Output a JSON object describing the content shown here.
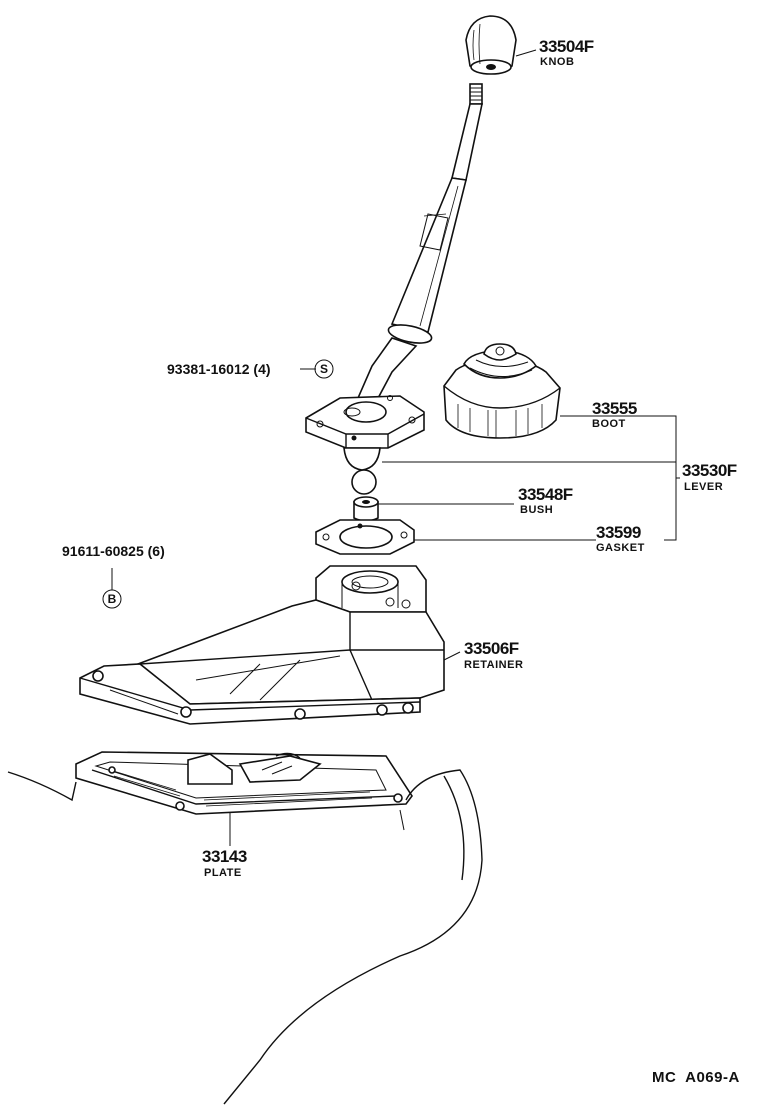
{
  "parts": {
    "knob": {
      "number": "33504F",
      "name": "KNOB"
    },
    "boot": {
      "number": "33555",
      "name": "BOOT"
    },
    "lever": {
      "number": "33530F",
      "name": "LEVER"
    },
    "bush": {
      "number": "33548F",
      "name": "BUSH"
    },
    "gasket": {
      "number": "33599",
      "name": "GASKET"
    },
    "retainer": {
      "number": "33506F",
      "name": "RETAINER"
    },
    "plate": {
      "number": "33143",
      "name": "PLATE"
    }
  },
  "bolts": {
    "screw": {
      "ref": "93381-16012 (4)",
      "symbol": "S"
    },
    "bolt": {
      "ref": "91611-60825 (6)",
      "symbol": "B"
    }
  },
  "diagram_code": "MC  A069-A"
}
